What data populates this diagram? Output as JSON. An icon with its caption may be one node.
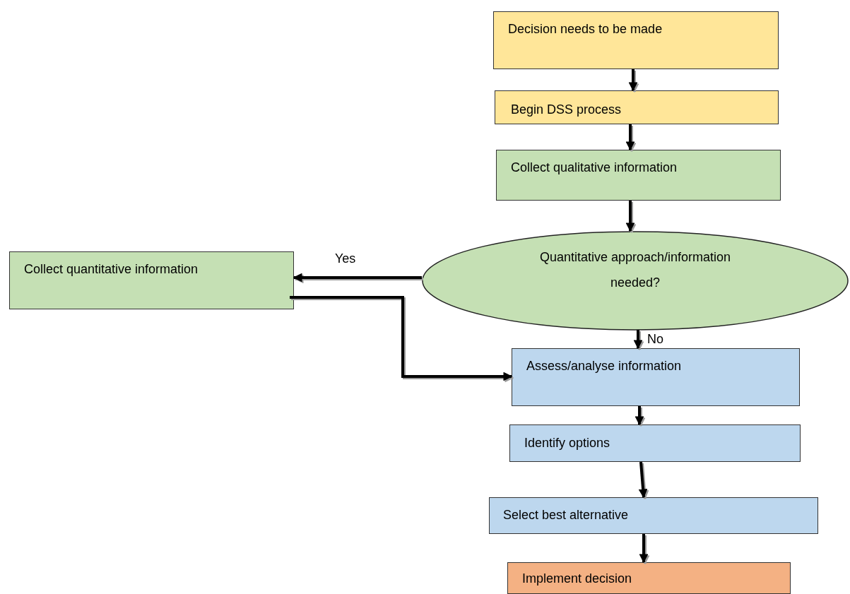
{
  "diagram": {
    "nodes": [
      {
        "text": [
          "Decision needs to be made"
        ]
      },
      {
        "text": [
          "Begin DSS process"
        ]
      },
      {
        "text": [
          "Collect qualitative information"
        ]
      },
      {
        "text": [
          "Quantitative approach/information needed?"
        ]
      },
      {
        "text": [
          "Collect quantitative information"
        ]
      },
      {
        "text": [
          "Assess/analyse information"
        ]
      },
      {
        "text": [
          "Identify options"
        ]
      },
      {
        "text": [
          "Select best alternative"
        ]
      },
      {
        "text": [
          "Implement decision"
        ]
      }
    ],
    "edges": [
      {
        "from": 0,
        "to": 1,
        "arrow": "to"
      },
      {
        "from": 1,
        "to": 2,
        "arrow": "to"
      },
      {
        "from": 2,
        "to": 3,
        "arrow": "to"
      },
      {
        "from": 3,
        "to": 4,
        "arrow": "to",
        "label": "Yes"
      },
      {
        "from": 3,
        "to": 5,
        "arrow": "to",
        "label": "No"
      },
      {
        "from": 4,
        "to": 5,
        "arrow": "to"
      },
      {
        "from": 5,
        "to": 6,
        "arrow": "to"
      },
      {
        "from": 6,
        "to": 7,
        "arrow": "to"
      },
      {
        "from": 7,
        "to": 8,
        "arrow": "to"
      }
    ]
  }
}
